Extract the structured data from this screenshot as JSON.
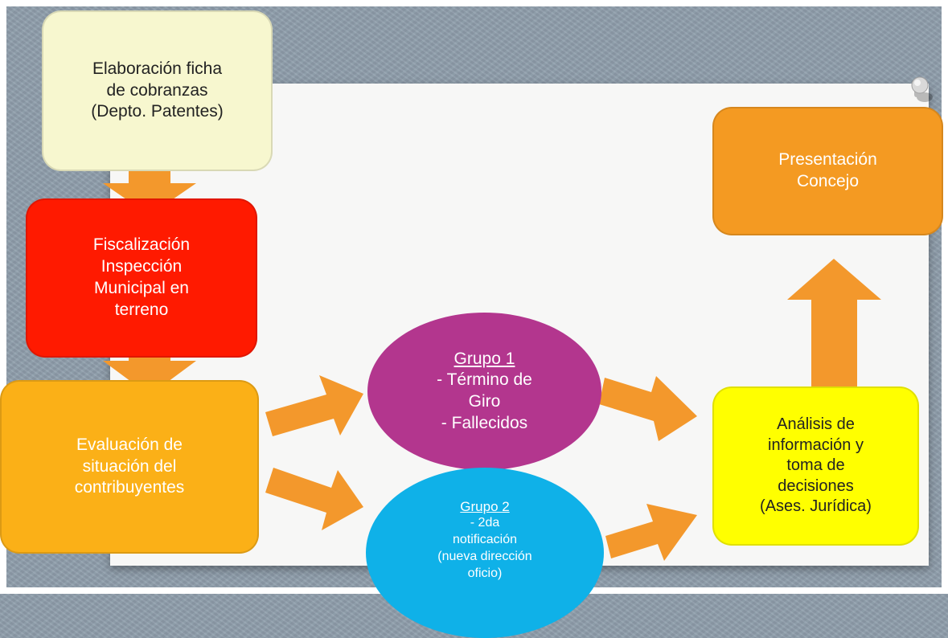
{
  "colors": {
    "background": "#8f9eac",
    "paper": "#f7f7f6",
    "arrow": "#f3982c",
    "box_cobranzas": "#f7f7cf",
    "box_fiscalizacion": "#ff1a00",
    "box_evaluacion": "#fbb017",
    "circle_grupo1": "#b3368e",
    "circle_grupo2": "#0fb1e8",
    "box_analisis": "#ffff00",
    "box_presentacion": "#f49a22"
  },
  "nodes": {
    "cobranzas": "Elaboración ficha\nde cobranzas\n(Depto. Patentes)",
    "fiscalizacion": "Fiscalización\nInspección\nMunicipal en\nterreno",
    "evaluacion": "Evaluación de\nsituación del\ncontribuyentes",
    "grupo1_title": "Grupo 1",
    "grupo1_body": "- Término de\nGiro\n- Fallecidos",
    "grupo2_title": "Grupo 2",
    "grupo2_body": "- 2da\nnotificación\n(nueva dirección\noficio)",
    "analisis": "Análisis de\ninformación y\ntoma de\ndecisiones\n(Ases. Jurídica)",
    "presentacion": "Presentación\nConcejo"
  }
}
